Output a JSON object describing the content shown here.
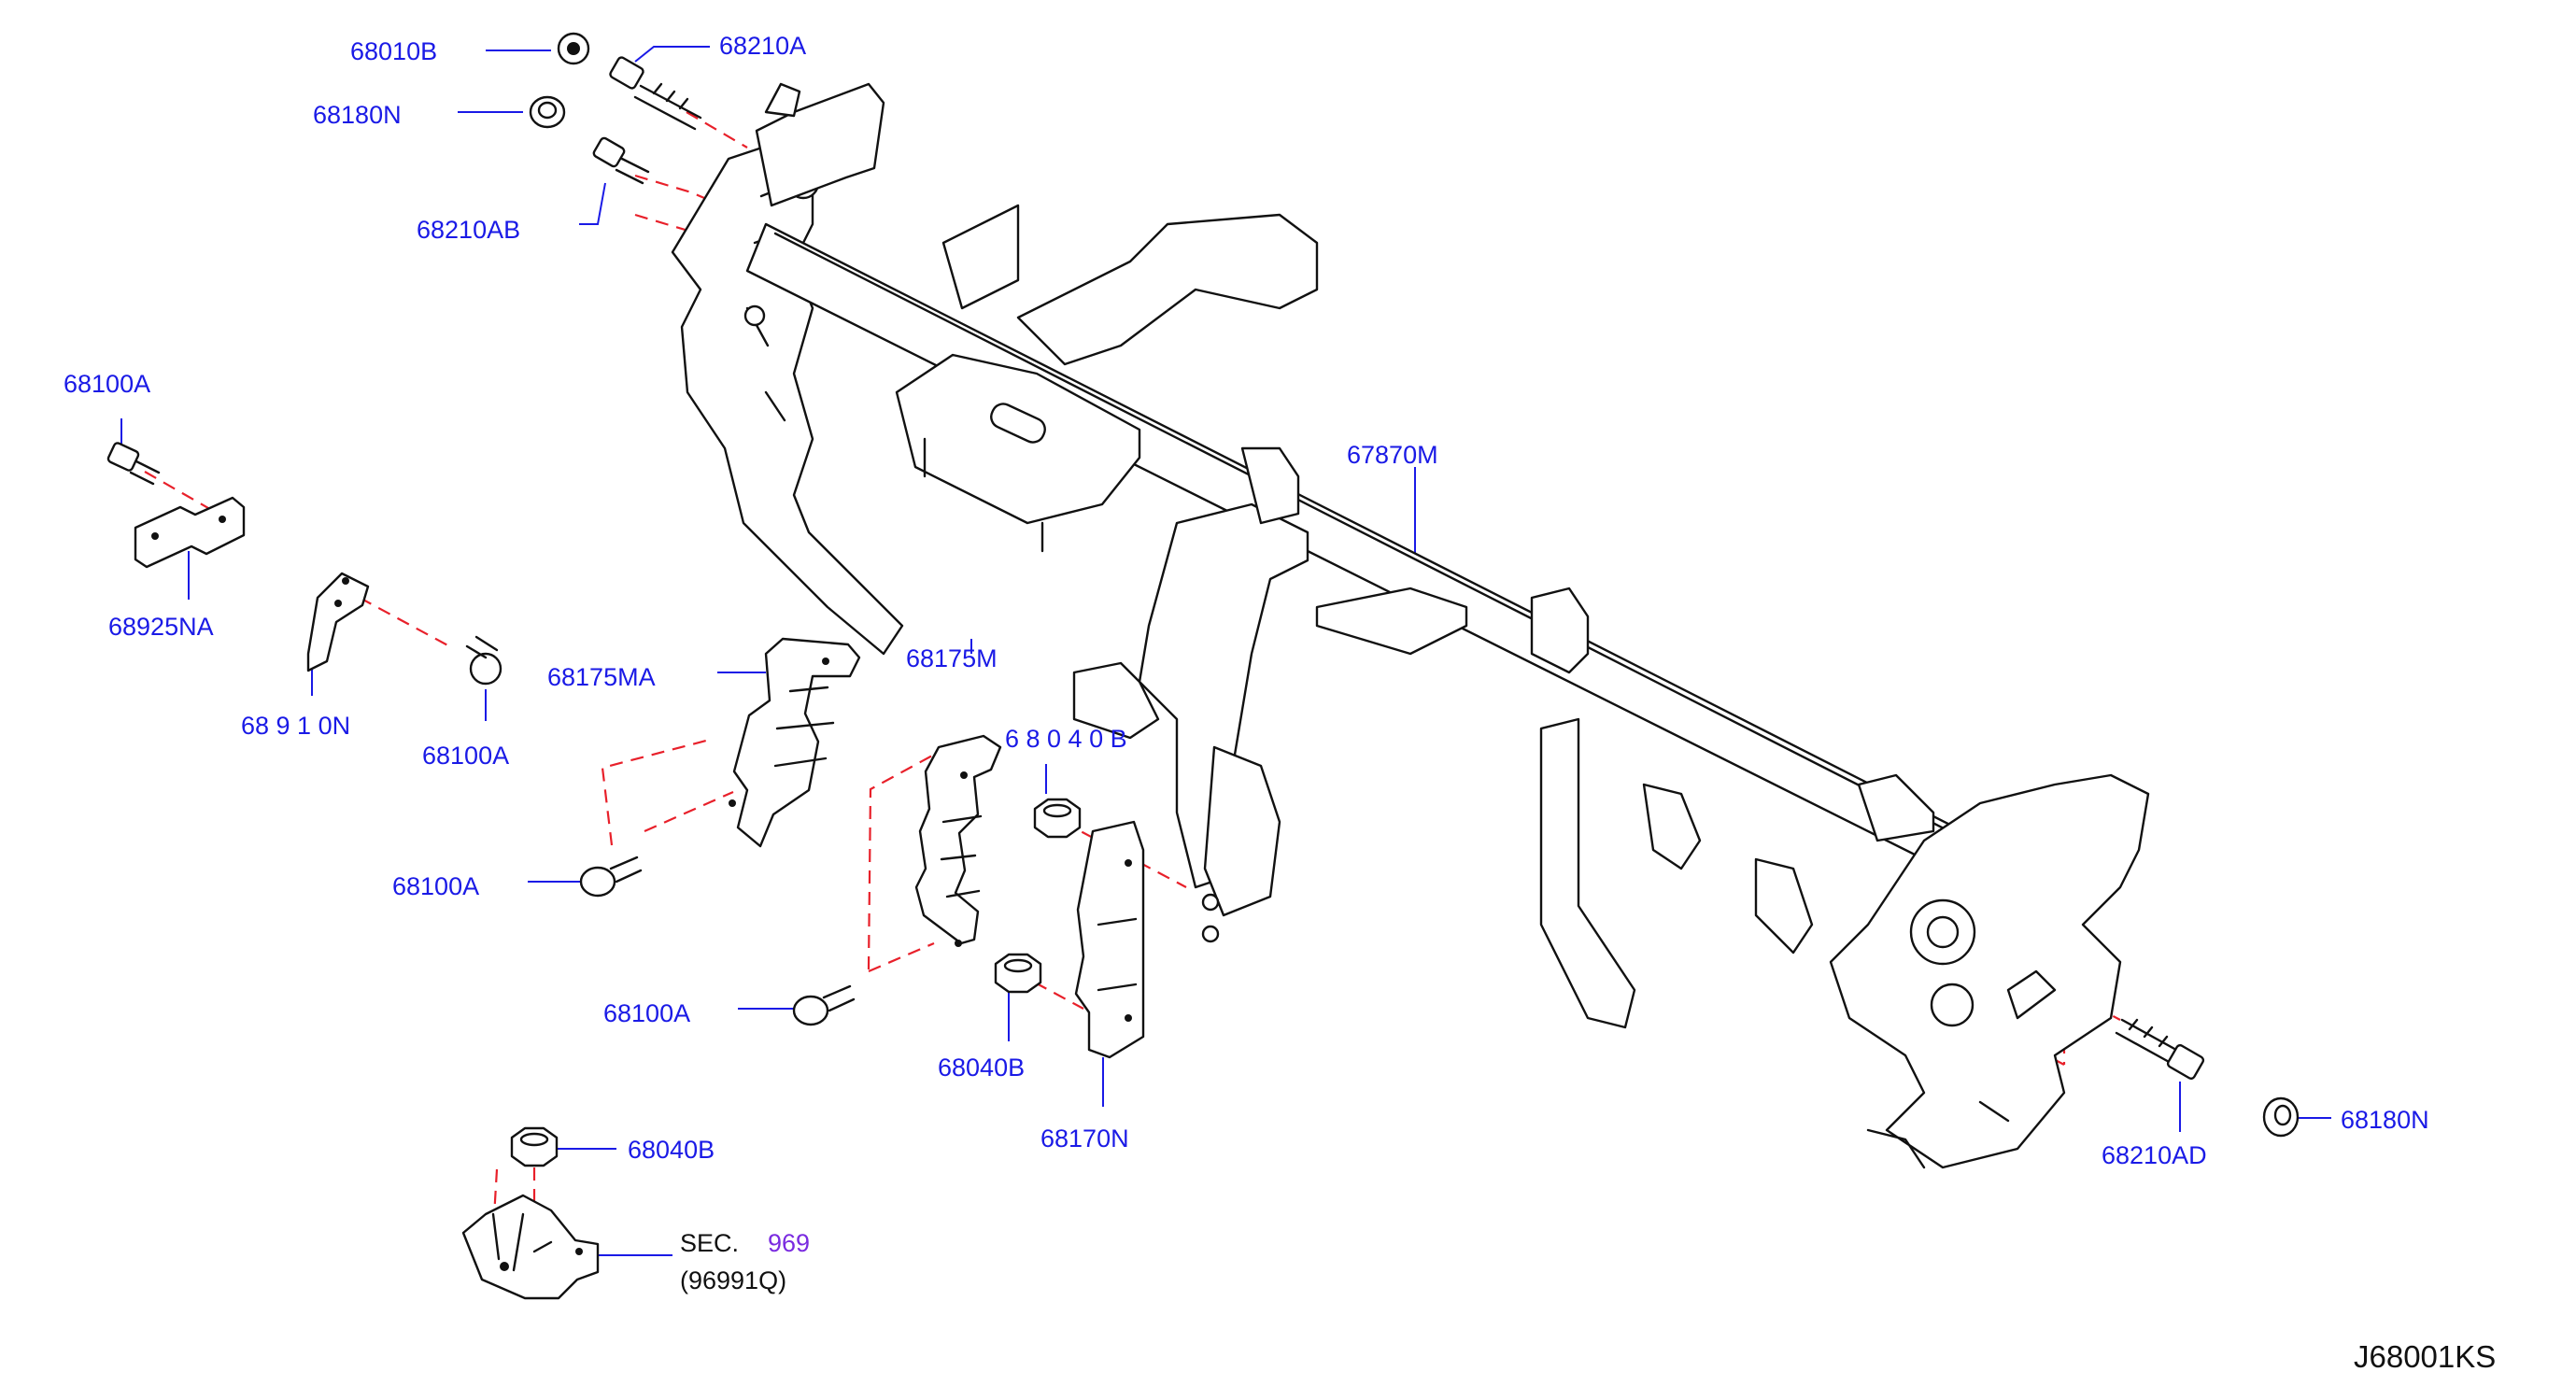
{
  "labels": {
    "p68010B": "68010B",
    "p68210A": "68210A",
    "p68180N_top": "68180N",
    "p68210AB": "68210AB",
    "p68100A_1": "68100A",
    "p68925NA": "68925NA",
    "p68910N_partial": "68 9 1 0N",
    "p68100A_2": "68100A",
    "p68175MA": "68175MA",
    "p68175M": "68175M",
    "p68040B_partial": "6 8 0 4 0 B",
    "p68100A_3": "68100A",
    "p68100A_4": "68100A",
    "p68040B_mid": "68040B",
    "p68170N": "68170N",
    "p67870M": "67870M",
    "p68210AD": "68210AD",
    "p68180N_right": "68180N",
    "p68040B_bottom": "68040B",
    "sec_prefix": "SEC.",
    "sec_number": "969",
    "sec_part": "(96991Q)",
    "diagram_code": "J68001KS"
  },
  "colors": {
    "label": "#1a1ae6",
    "sec_link": "#7a2be0",
    "dashed_guide": "#e8202a",
    "outline": "#111111"
  }
}
